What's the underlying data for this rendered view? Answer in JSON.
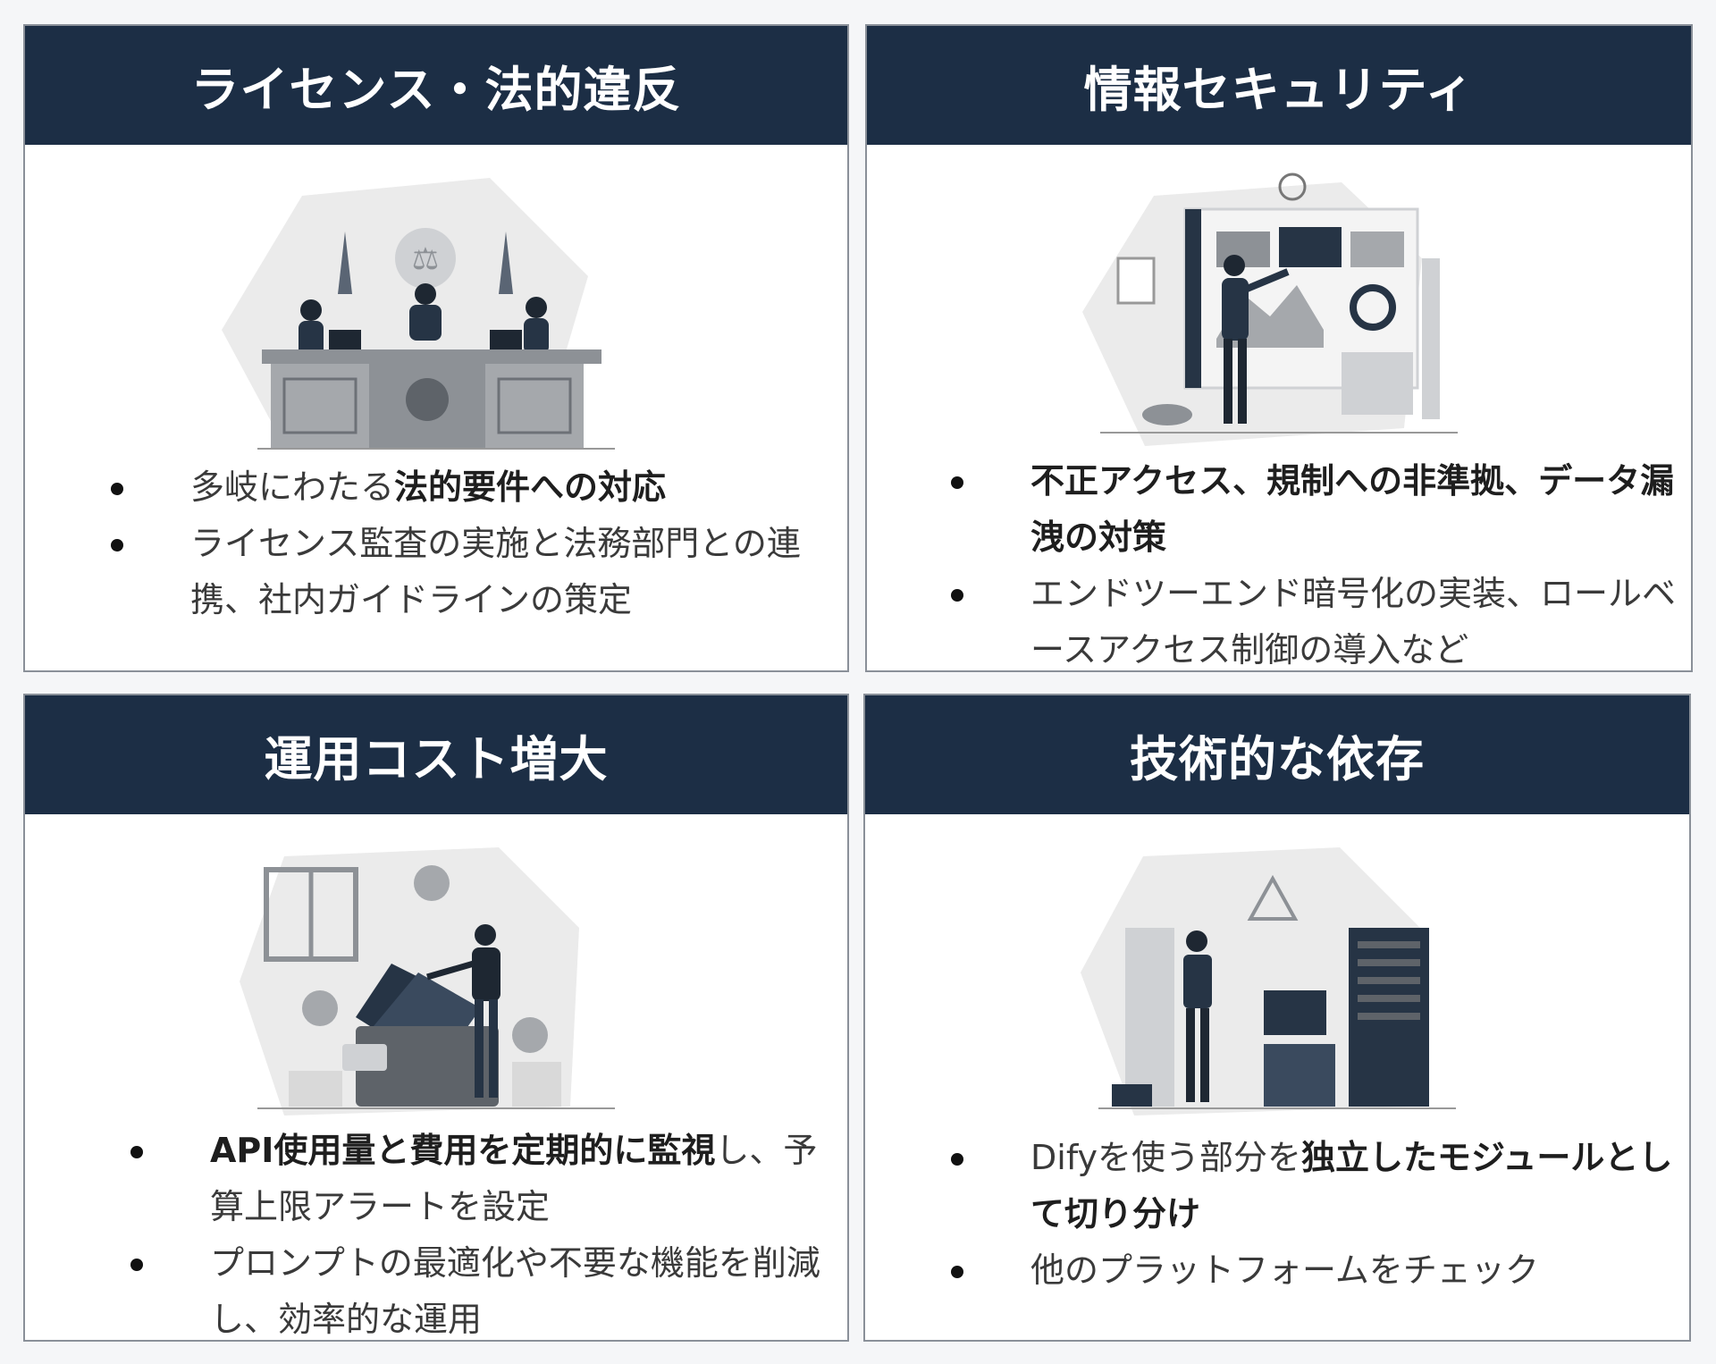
{
  "cards": [
    {
      "title": "ライセンス・法的違反",
      "bullets": [
        {
          "plain": "多岐にわたる",
          "bold": "法的要件への対応",
          "rest": ""
        },
        {
          "plain": "ライセンス監査の実施と法務部門との連携、社内ガイドラインの策定",
          "bold": "",
          "rest": ""
        }
      ]
    },
    {
      "title": "情報セキュリティ",
      "bullets": [
        {
          "plain": "",
          "bold": "不正アクセス、規制への非準拠、データ漏洩の対策",
          "rest": ""
        },
        {
          "plain": "エンドツーエンド暗号化の実装、ロールベースアクセス制御の導入など",
          "bold": "",
          "rest": ""
        }
      ]
    },
    {
      "title": "運用コスト増大",
      "bullets": [
        {
          "plain": "",
          "bold": "API使用量と費用を定期的に監視",
          "rest": "し、予算上限アラートを設定"
        },
        {
          "plain": "プロンプトの最適化や不要な機能を削減し、効率的な運用",
          "bold": "",
          "rest": ""
        }
      ]
    },
    {
      "title": "技術的な依存",
      "bullets": [
        {
          "plain": "Difyを使う部分を",
          "bold": "独立したモジュールとして切り分け",
          "rest": ""
        },
        {
          "plain": "他のプラットフォームをチェック",
          "bold": "",
          "rest": ""
        }
      ]
    }
  ],
  "colors": {
    "header_bg": "#1c2e45",
    "header_text": "#ffffff",
    "illus_bg": "#ebebeb",
    "illus_dark": "#263445",
    "illus_grey": "#8d9196"
  },
  "icons": [
    "courtroom-illustration",
    "security-dashboard-illustration",
    "wallet-cost-illustration",
    "server-dependency-illustration"
  ]
}
